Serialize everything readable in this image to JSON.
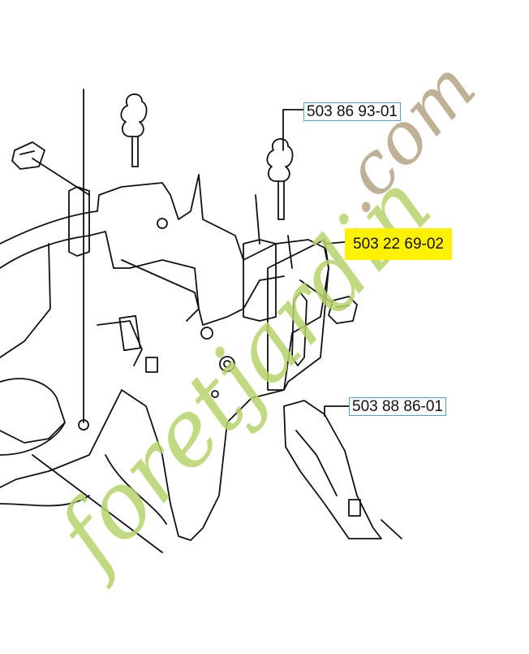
{
  "callouts": {
    "part_1": "503 86 93-01",
    "part_2": "503 22 69-02",
    "part_3": "503 88 86-01"
  },
  "highlight_color": "#fff200",
  "callout_border_color": "#4aa7c9",
  "watermark": {
    "main": "foretjardin",
    "suffix": ".com",
    "colors": {
      "green": "#b6d36b",
      "brown": "#b8a88a",
      "orange": "#f08a1c"
    }
  }
}
